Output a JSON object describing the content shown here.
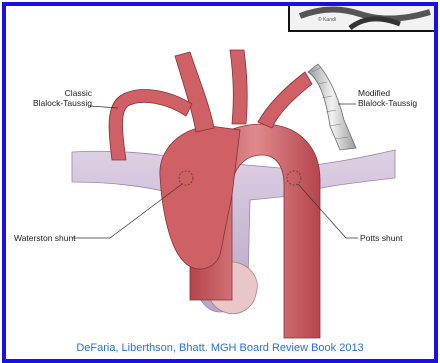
{
  "labels": {
    "classic_line1": "Classic",
    "classic_line2": "Blalock-Taussig",
    "modified_line1": "Modified",
    "modified_line2": "Blalock-Taussig",
    "waterston": "Waterston shunt",
    "potts": "Potts shunt"
  },
  "inset": {
    "credit": "© Kandi"
  },
  "caption": "DeFaria, Liberthson, Bhatt.  MGH Board Review Book 2013",
  "colors": {
    "border": "#1a10e6",
    "aorta": "#c9555a",
    "aorta_light": "#e39a9a",
    "pulmonary": "#c8b8d4",
    "caption": "#2a6fd6"
  }
}
